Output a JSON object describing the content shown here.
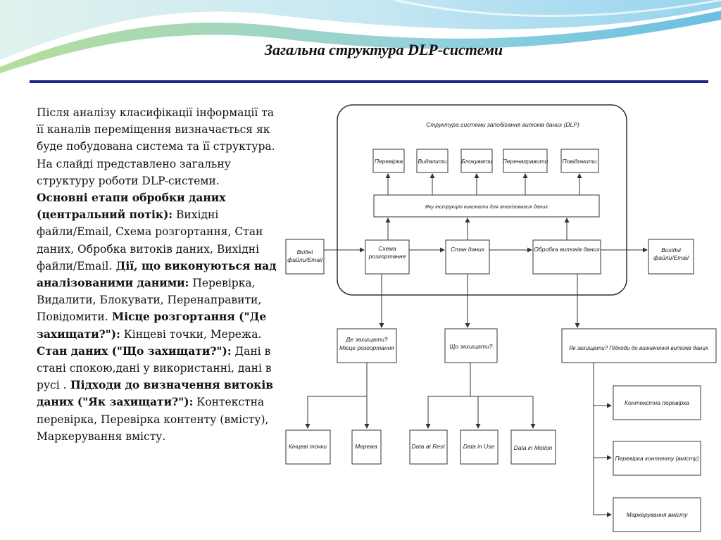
{
  "slide": {
    "title": "Загальна структура DLP-системи"
  },
  "body": {
    "p1": "Після аналізу класифікації інформації та її каналів переміщення визначається як буде побудована система та її структура. На слайді представлено загальну структуру роботи DLP-системи.",
    "s1_head": "Основні етапи обробки даних (центральний потік):",
    "s1_text": " Вихідні файли/Email, Схема розгортання, Стан даних, Обробка витоків даних, Вихідні файли/Email.",
    "s2_head": " Дії, що виконуються над аналізованими даними:",
    "s2_text": " Перевірка, Видалити, Блокувати, Перенаправити, Повідомити.",
    "s3_head": " Місце розгортання (\"Де захищати?\"):",
    "s3_text": " Кінцеві точки, Мережа.",
    "s4_head": " Стан даних (\"Що захищати?\"):",
    "s4_text": " Дані в стані спокою,дані у використанні, дані в русі .",
    "s5_head": " Підходи до визначення витоків даних (\"Як захищати?\"):",
    "s5_text": " Контекстна перевірка, Перевірка контенту (вмісту), Маркерування вмісту."
  },
  "diagram": {
    "frame_title": "Структура системи запобігання витоків даних (DLP)",
    "actions": [
      "Перевірка",
      "Видалити",
      "Блокувати",
      "Перенаправити",
      "Повідомити"
    ],
    "action_bar": "Яку інструкцію виконати для аналізованих даних",
    "input": [
      "Вхідні",
      "файли/Email"
    ],
    "schema": [
      "Схема",
      "розгортання"
    ],
    "state": "Стан даних",
    "processing": "Обробка витоків даних",
    "output": [
      "Вихідні",
      "файли/Email"
    ],
    "where": [
      "Де захищати?",
      "Місце розгортання"
    ],
    "what": "Що захищати?",
    "how": "Як захищати? Підходи до визначення витоків даних",
    "endpoints": "Кінцеві точки",
    "network": "Мережа",
    "data_rest": "Data at Rest",
    "data_use": "Data in Use",
    "data_motion": "Data in Motion",
    "context": "Контекстна перевірка",
    "content": "Перевірка контенту (вмісту)",
    "marking": "Маркерування вмісту"
  }
}
